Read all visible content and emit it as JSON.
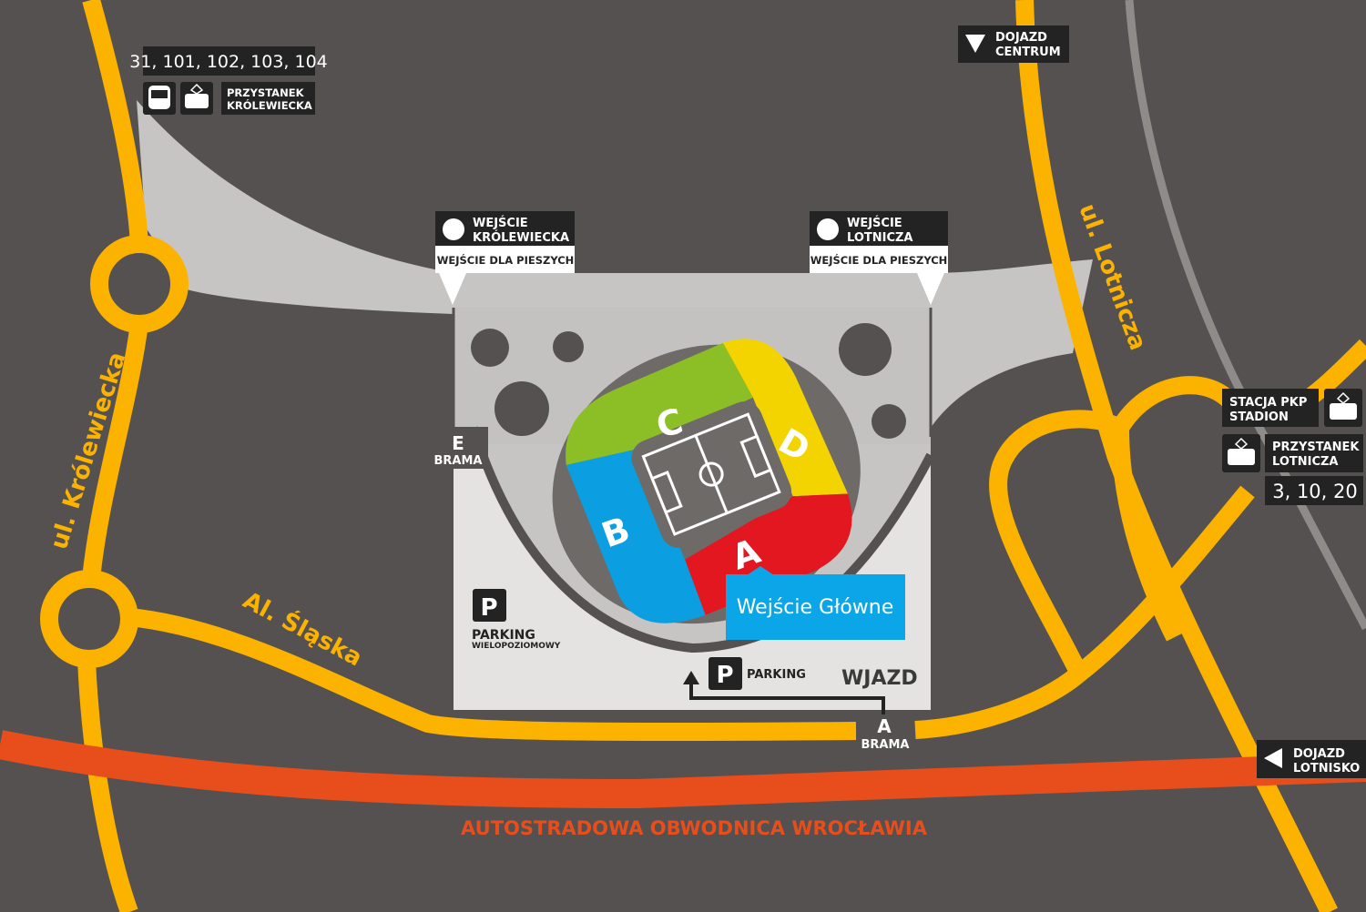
{
  "colors": {
    "background": "#555150",
    "road": "#fbb300",
    "highway": "#e84e1b",
    "plaza": "#c6c5c4",
    "lot": "#e4e3e2",
    "stadium": "#6e6a68",
    "sector_a": "#e3171f",
    "sector_b": "#0b9ee0",
    "sector_c": "#8cbf26",
    "sector_d": "#f3d300",
    "main_entrance": "#0aa6e8",
    "label_bg": "#232323"
  },
  "streets": {
    "krolewiecka": "ul. Królewiecka",
    "slaska": "Al. Śląska",
    "lotnicza": "ul. Lotnicza",
    "highway": "AUTOSTRADOWA OBWODNICA WROCŁAWIA"
  },
  "bus_stop": {
    "lines": "31, 101, 102, 103, 104",
    "name_1": "PRZYSTANEK",
    "name_2": "KRÓLEWIECKA",
    "icons": [
      "bus-icon",
      "tram-icon"
    ]
  },
  "directions": {
    "centrum_1": "DOJAZD",
    "centrum_2": "CENTRUM",
    "lotnisko_1": "DOJAZD",
    "lotnisko_2": "LOTNISKO"
  },
  "entrances": {
    "krolewiecka": {
      "title_1": "WEJŚCIE",
      "title_2": "KRÓLEWIECKA",
      "sub": "WEJŚCIE DLA PIESZYCH"
    },
    "lotnicza": {
      "title_1": "WEJŚCIE",
      "title_2": "LOTNICZA",
      "sub": "WEJŚCIE DLA PIESZYCH"
    },
    "main": "Wejście Główne"
  },
  "gates": {
    "e_letter": "E",
    "e_label": "BRAMA",
    "a_letter": "A",
    "a_label": "BRAMA"
  },
  "sectors": {
    "a": "A",
    "b": "B",
    "c": "C",
    "d": "D"
  },
  "parking": {
    "p": "P",
    "multi_1": "PARKING",
    "multi_2": "WIELOPOZIOMOWY",
    "surface": "PARKING",
    "wjazd": "WJAZD"
  },
  "rail": {
    "pkp_1": "STACJA PKP",
    "pkp_2": "STADION",
    "tram_1": "PRZYSTANEK",
    "tram_2": "LOTNICZA",
    "tram_lines": "3, 10, 20"
  }
}
